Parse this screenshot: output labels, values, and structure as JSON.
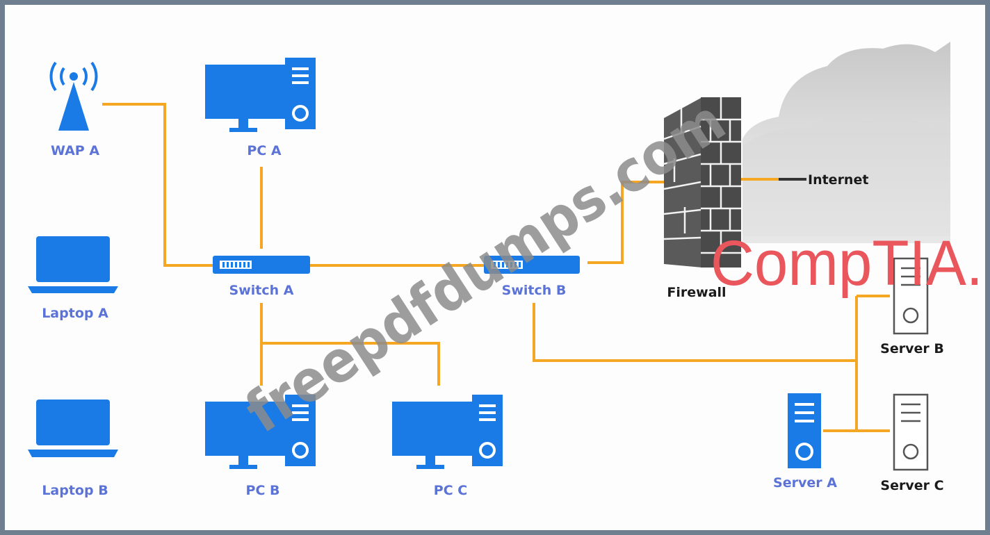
{
  "labels": {
    "wap_a": "WAP A",
    "pc_a": "PC A",
    "laptop_a": "Laptop A",
    "laptop_b": "Laptop B",
    "switch_a": "Switch A",
    "switch_b": "Switch B",
    "pc_b": "PC B",
    "pc_c": "PC C",
    "firewall": "Firewall",
    "internet": "Internet",
    "server_a": "Server A",
    "server_b": "Server B",
    "server_c": "Server C"
  },
  "watermark": "freepdfdumps.com",
  "brand_logo": "CompTIA.",
  "colors": {
    "device_blue": "#1a7ae6",
    "label_blue": "#5b73d6",
    "cable_orange": "#f5a623",
    "firewall_gray": "#4a4a4a",
    "brand_red": "#e9565c",
    "frame": "#6f7f90"
  }
}
